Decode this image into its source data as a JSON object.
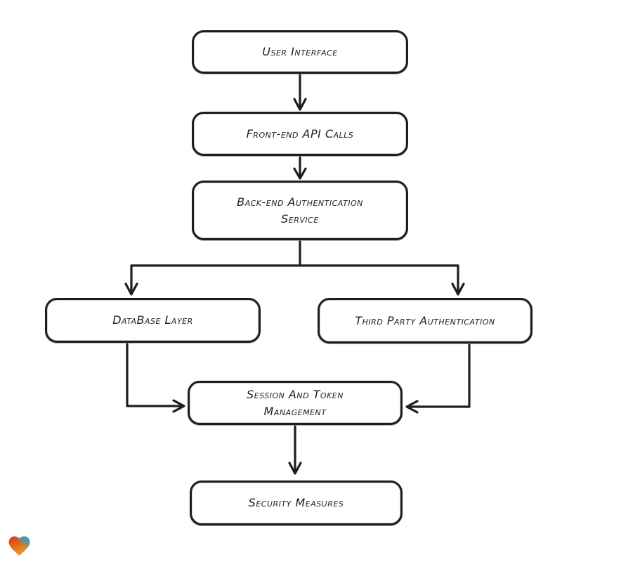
{
  "canvas": {
    "background": "#ffffff",
    "stroke_color": "#1e1e1e",
    "text_color": "#1f1f1f"
  },
  "diagram": {
    "type": "flowchart",
    "direction": "top-down",
    "nodes": [
      {
        "id": "user-interface",
        "label": "User Interface"
      },
      {
        "id": "front-end-api-calls",
        "label": "Front-end API Calls"
      },
      {
        "id": "back-end-authentication-service",
        "label": "Back-end Authentication\nService"
      },
      {
        "id": "database-layer",
        "label": "DataBase Layer"
      },
      {
        "id": "third-party-authentication",
        "label": "Third Party Authentication"
      },
      {
        "id": "session-and-token-management",
        "label": "Session And Token\nManagement"
      },
      {
        "id": "security-measures",
        "label": "Security Measures"
      }
    ],
    "edges": [
      {
        "from": "user-interface",
        "to": "front-end-api-calls"
      },
      {
        "from": "front-end-api-calls",
        "to": "back-end-authentication-service"
      },
      {
        "from": "back-end-authentication-service",
        "to": "database-layer"
      },
      {
        "from": "back-end-authentication-service",
        "to": "third-party-authentication"
      },
      {
        "from": "database-layer",
        "to": "session-and-token-management"
      },
      {
        "from": "third-party-authentication",
        "to": "session-and-token-management"
      },
      {
        "from": "session-and-token-management",
        "to": "security-measures"
      }
    ]
  },
  "watermark": {
    "icon": "gradient-heart-icon",
    "colors": {
      "red": "#e0301f",
      "blue": "#2f7fe0",
      "teal": "#27a8c9",
      "orange": "#f69a1d"
    }
  }
}
